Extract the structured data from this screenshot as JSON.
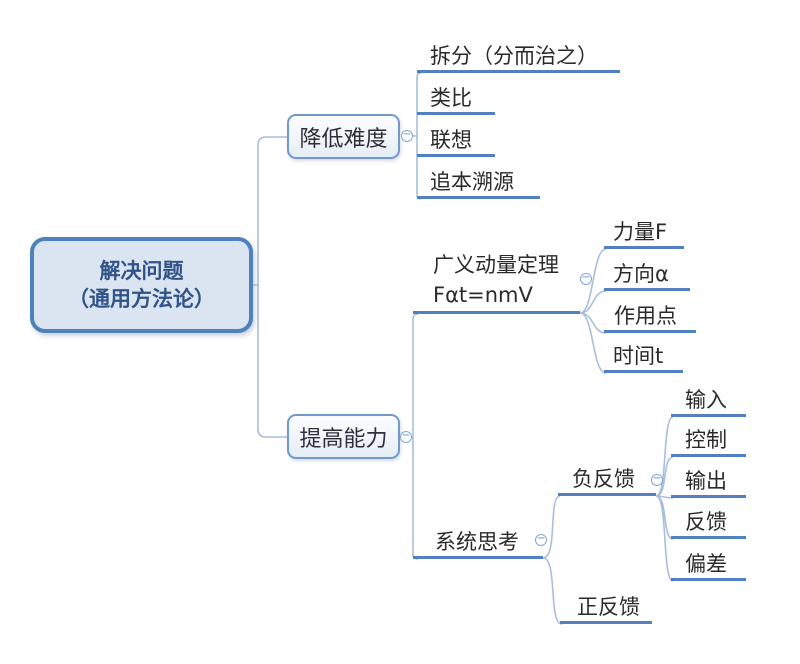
{
  "mindmap": {
    "root": {
      "line1": "解决问题",
      "line2": "（通用方法论）"
    },
    "reduce": {
      "label": "降低难度",
      "children": [
        "拆分（分而治之）",
        "类比",
        "联想",
        "追本溯源"
      ]
    },
    "improve": {
      "label": "提高能力"
    },
    "momentum": {
      "line1": "广义动量定理",
      "line2": "Fαt=nmV",
      "children": [
        "力量F",
        "方向α",
        "作用点",
        "时间t"
      ]
    },
    "systems": {
      "label": "系统思考"
    },
    "negative_feedback": {
      "label": "负反馈",
      "children": [
        "输入",
        "控制",
        "输出",
        "反馈",
        "偏差"
      ]
    },
    "positive_feedback": {
      "label": "正反馈"
    }
  },
  "ui": {
    "collapse_glyph": "−"
  },
  "colors": {
    "root_fill": "#dbe5f1",
    "root_border": "#4f81bd",
    "root_text": "#315389",
    "branch_border": "#7298cc",
    "topic_underline": "#5281c3",
    "connector_line": "#a9bedd",
    "topic_text": "#2a2a2a"
  }
}
